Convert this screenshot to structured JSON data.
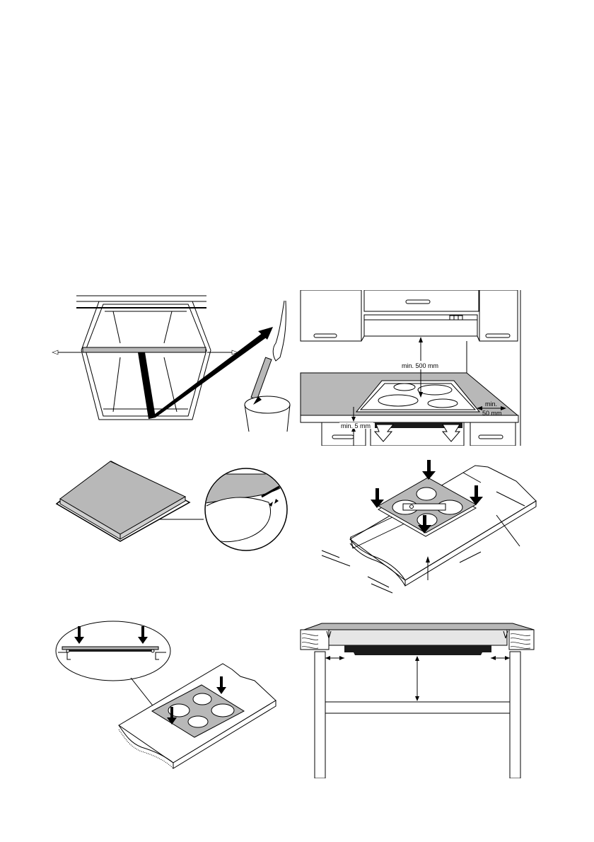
{
  "page": {
    "background": "#ffffff",
    "top_area": "blank"
  },
  "figures": [
    {
      "id": "fig-1",
      "description": "Cabinet with crossbar removal; strip disposed into bin"
    },
    {
      "id": "fig-2",
      "description": "Kitchen clearances for hob under extractor hood",
      "labels": {
        "hood_clearance": "min. 500 mm",
        "side_clearance_line1": "min.",
        "side_clearance_line2": "50 mm",
        "bottom_clearance": "min. 5 mm"
      }
    },
    {
      "id": "fig-3",
      "description": "Applying seal tape around hob edge with magnified detail"
    },
    {
      "id": "fig-4",
      "description": "Placing hob into worktop cutout with dimension lines"
    },
    {
      "id": "fig-5",
      "description": "Pressing hob into worktop with magnified cross-section"
    },
    {
      "id": "fig-6",
      "description": "Cross-section of hob installed in worktop above cabinet"
    }
  ],
  "colors": {
    "line": "#000000",
    "fill_grey": "#b8b8b8",
    "fill_light": "#e6e6e6",
    "fill_dark": "#1a1a1a"
  }
}
